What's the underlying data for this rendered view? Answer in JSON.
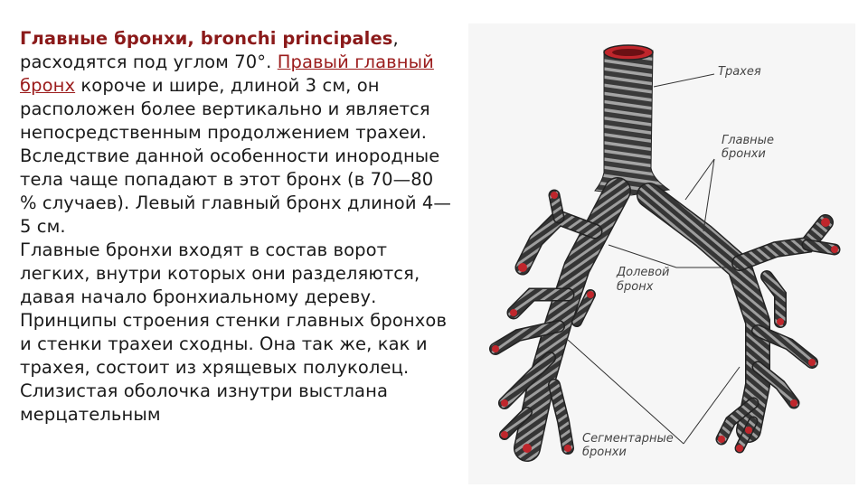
{
  "text": {
    "title": "Главные бронхи, bronchi principales",
    "p1_after_title": ", расходятся под углом 70°. ",
    "p1_link": "Правый главный бронх",
    "p1_rest": " короче и шире, длиной 3 см, он расположен более вертикально и является непосредственным продолжением трахеи. Вследствие данной особенности инородные тела чаще попадают в этот бронх (в 70—80 % случаев). Левый главный бронх длиной 4—5 см.",
    "p2": "Главные бронхи входят в состав ворот легких, внутри которых они разделяются, давая начало бронхиальному дереву. Принципы строения стенки главных бронхов и стенки трахеи сходны. Она так же, как и трахея, состоит из хрящевых полуколец. Слизистая оболочка изнутри выстлана мерцательным"
  },
  "figure": {
    "labels": {
      "trachea": "Трахея",
      "main_bronchi_1": "Главные",
      "main_bronchi_2": "бронхи",
      "lobar_1": "Долевой",
      "lobar_2": "бронх",
      "segmental_1": "Сегментарные",
      "segmental_2": "бронхи"
    }
  },
  "colors": {
    "heading": "#8b1a1a",
    "link": "#9b1c1c",
    "bronchus_dark": "#3a3a3a",
    "bronchus_ring": "#9a9a9a",
    "lumen": "#c0262c"
  }
}
